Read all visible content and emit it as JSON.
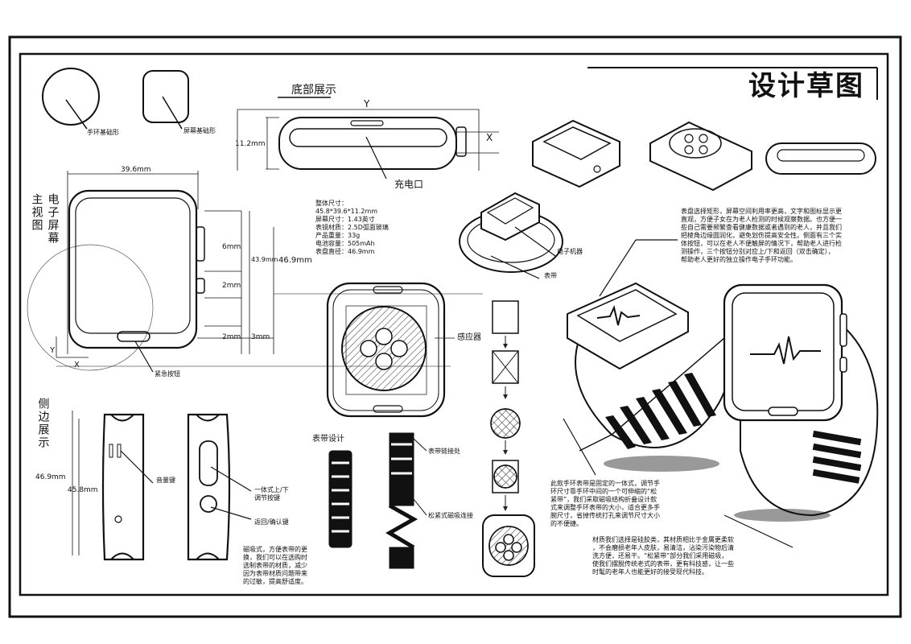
{
  "title": "设计草图",
  "basic_shapes": {
    "bracelet": "手环基础形",
    "screen": "屏幕基础形"
  },
  "bottom_view": {
    "label": "底部展示",
    "axis_y": "Y",
    "axis_x": "X",
    "height_dim": "11.2mm",
    "charge_port": "充电口"
  },
  "main_view": {
    "label_line1": "主视图",
    "label_line2": "电子屏幕",
    "width_dim": "39.6mm",
    "height_dim": "46.9mm",
    "screen_dim": "43.9mm",
    "gap_6": "6mm",
    "gap_2a": "2mm",
    "gap_2b": "2mm",
    "gap_3": "3mm",
    "axis_y": "Y",
    "axis_x": "X",
    "emergency_button": "紧急按钮"
  },
  "specs": [
    "整体尺寸：",
    "45.8*39.6*11.2mm",
    "屏幕尺寸：1.43英寸",
    "表镜材质：2.5D弧面玻璃",
    "产品重量：33g",
    "电池容量：505mAh",
    "表盘直径：46.9mm"
  ],
  "back_view": {
    "sensor": "感应器"
  },
  "side_view": {
    "label": "侧边展示",
    "dim_outer": "46.9mm",
    "dim_inner": "45.8mm",
    "volume_key": "音量键",
    "updown_key": "一体式上/下\n调节按键",
    "return_key": "返回/确认键",
    "magnetic_note": "磁吸式，方便表带的更\n换，我们可以在选购时\n选制表带的材质，减少\n因为表带材质问题带来\n的过敏，提高舒适度。"
  },
  "strap_design": {
    "label": "表带设计",
    "joint": "表带链接处",
    "elastic": "松紧式磁吸连接"
  },
  "perspective": {
    "electronic_core": "电子机器",
    "strap": "表带"
  },
  "descriptions": {
    "dial": "表盘选择矩形，屏幕空间利用率更高，文字和图标显示更\n直观，方便子女在为老人检测的时候观察数据。也方便一\n些自己需要频繁查看健康数据或者遇到的老人，并且我们\n把棱角边缘圆润化，避免划伤提高安全性。侧面有三个实\n体按钮，可以在老人不便触屏的情况下，帮助老人进行检\n测操作，三个按钮分别对应上/下和返回（双击确定），\n帮助老人更好的独立操作电子手环功能。",
    "strap_fixed": "此款手环表带是固定的一体式，调节手\n环尺寸靠手环中间的一个可伸缩的“松\n紧带”，我们采取磁吸结构折叠设计款\n式来调整手环表带的大小，适合更多手\n腕尺寸，省掉传统打孔来调节尺寸大小\n的不便捷。",
    "material": "材质我们选择是硅胶类，其材质相比于金属更柔软\n，不会磨损老年人皮肤，易清洁，沾染污染物后清\n洗方便，还易干。“松紧带”部分我们采用磁吸，\n使我们摆脱传统老式的表带，更有科技感，让一些\n时髦的老年人也能更好的接受现代科技。"
  }
}
